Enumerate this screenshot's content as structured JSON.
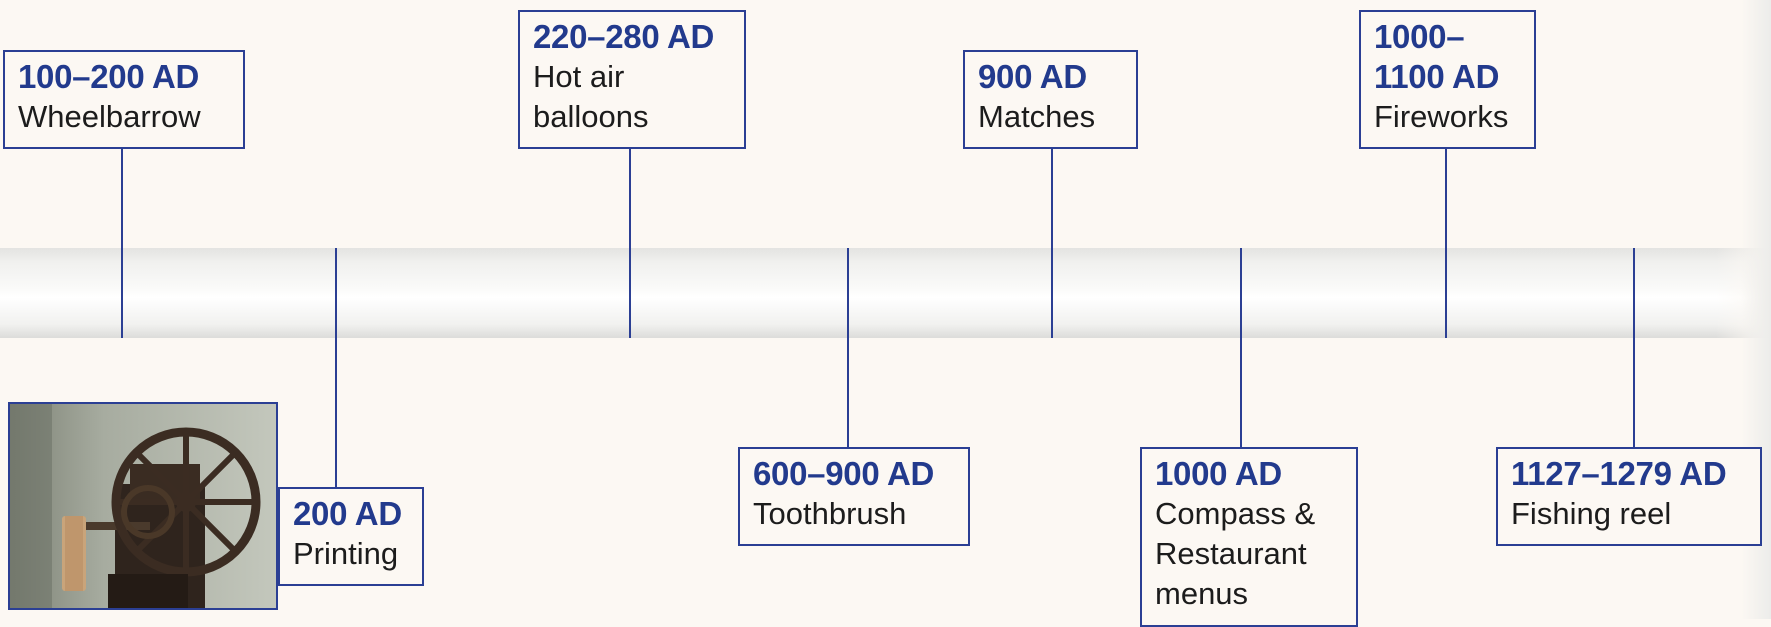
{
  "events": [
    {
      "date": "100–200 AD",
      "label": "Wheelbarrow"
    },
    {
      "date": "200 AD",
      "label": "Printing"
    },
    {
      "date": "220–280 AD",
      "label": "Hot air balloons"
    },
    {
      "date": "600–900 AD",
      "label": "Toothbrush"
    },
    {
      "date": "900 AD",
      "label": "Matches"
    },
    {
      "date": "1000 AD",
      "label": "Compass & Restaurant menus"
    },
    {
      "date": "1000– 1100 AD",
      "label": "Fireworks"
    },
    {
      "date": "1127–1279 AD",
      "label": "Fishing reel"
    }
  ]
}
